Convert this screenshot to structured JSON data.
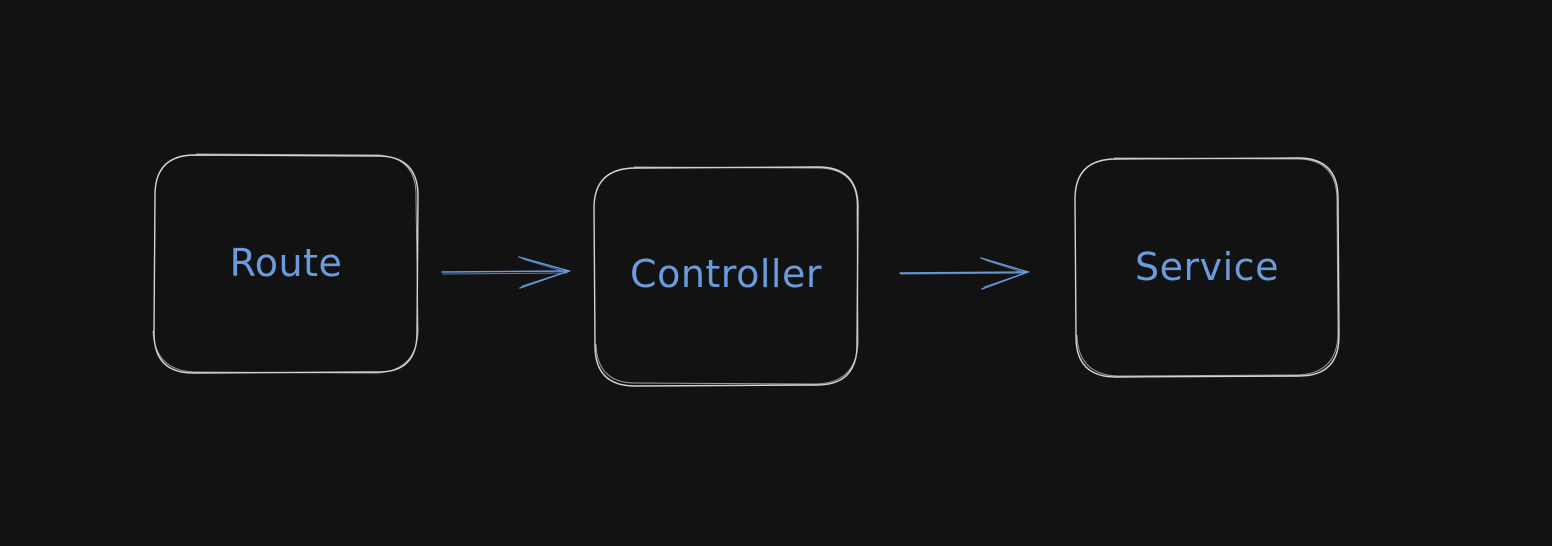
{
  "diagram": {
    "background": "#121212",
    "stroke_color": "#d4d4d4",
    "text_color": "#6a9bdc",
    "nodes": [
      {
        "id": "route",
        "label": "Route"
      },
      {
        "id": "controller",
        "label": "Controller"
      },
      {
        "id": "service",
        "label": "Service"
      }
    ],
    "edges": [
      {
        "from": "route",
        "to": "controller"
      },
      {
        "from": "controller",
        "to": "service"
      }
    ]
  }
}
